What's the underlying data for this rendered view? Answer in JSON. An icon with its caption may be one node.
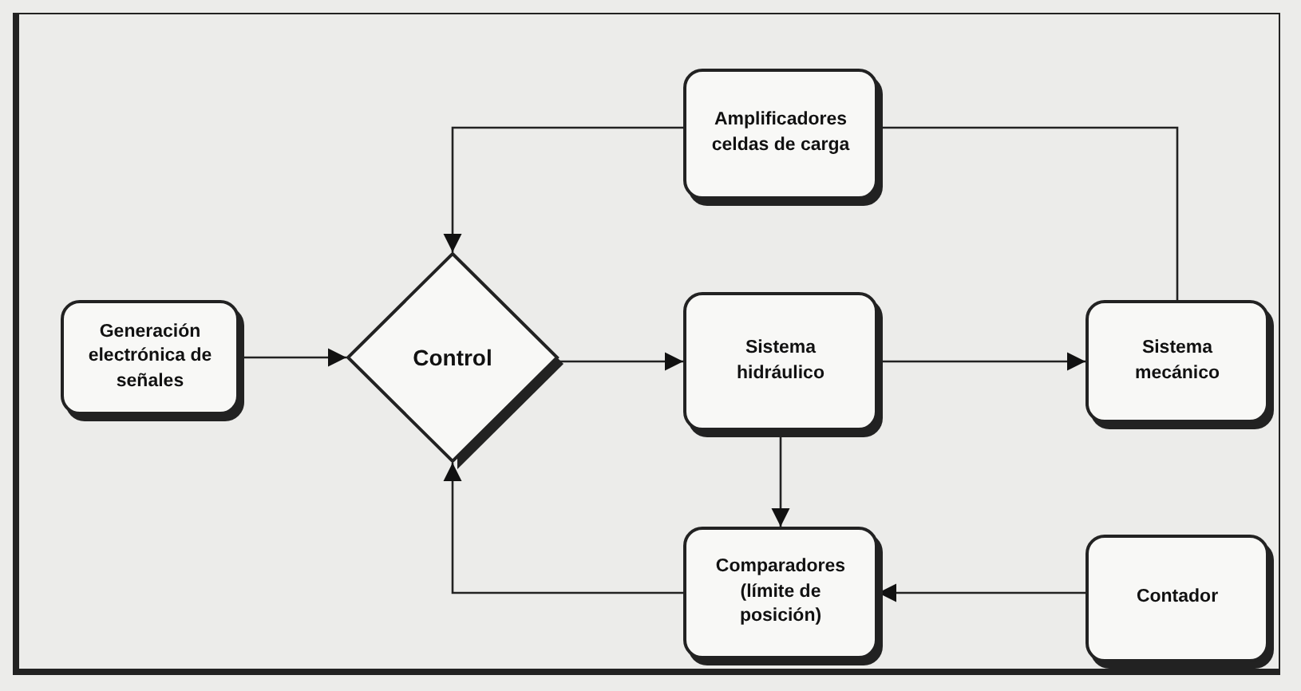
{
  "diagram": {
    "nodes": [
      {
        "text": [
          "Amplificadores celdas de carga"
        ]
      },
      {
        "text": [
          "Generación electrónica de señales"
        ]
      },
      {
        "text": [
          "Control"
        ]
      },
      {
        "text": [
          "Sistema hidráulico"
        ]
      },
      {
        "text": [
          "Sistema mecánico"
        ]
      },
      {
        "text": [
          "Comparadores (límite de posición)"
        ]
      },
      {
        "text": [
          "Contador"
        ]
      }
    ],
    "edges": [
      {
        "from": 4,
        "to": 0,
        "arrow": "none"
      },
      {
        "from": 0,
        "to": 2,
        "arrow": "to"
      },
      {
        "from": 1,
        "to": 2,
        "arrow": "to"
      },
      {
        "from": 2,
        "to": 3,
        "arrow": "to"
      },
      {
        "from": 3,
        "to": 4,
        "arrow": "to"
      },
      {
        "from": 3,
        "to": 5,
        "arrow": "to"
      },
      {
        "from": 6,
        "to": 5,
        "arrow": "to"
      },
      {
        "from": 5,
        "to": 2,
        "arrow": "to"
      }
    ]
  }
}
